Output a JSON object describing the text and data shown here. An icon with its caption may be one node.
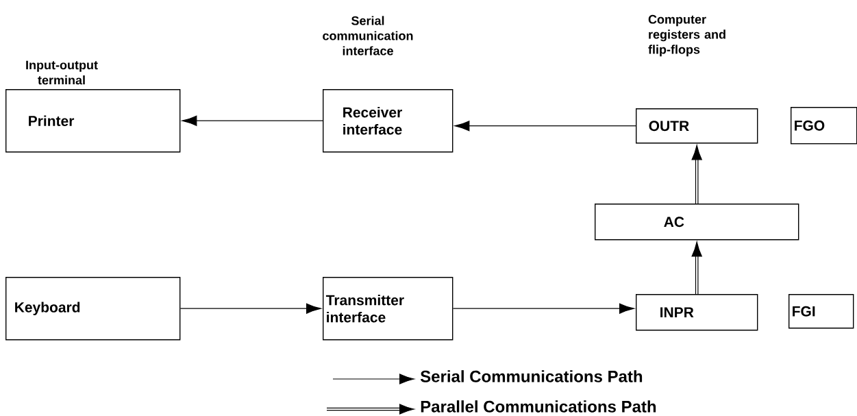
{
  "diagram": {
    "nodes": [
      {
        "text": [
          "Printer"
        ]
      },
      {
        "text": [
          "Receiver interface"
        ]
      },
      {
        "text": [
          "OUTR"
        ]
      },
      {
        "text": [
          "FGO"
        ]
      },
      {
        "text": [
          "AC"
        ]
      },
      {
        "text": [
          "Keyboard"
        ]
      },
      {
        "text": [
          "Transmitter interface"
        ]
      },
      {
        "text": [
          "INPR"
        ]
      },
      {
        "text": [
          "FGI"
        ]
      }
    ],
    "edges": [
      {
        "from": 1,
        "to": 0,
        "arrow": "to"
      },
      {
        "from": 2,
        "to": 1,
        "arrow": "to"
      },
      {
        "from": 4,
        "to": 2,
        "arrow": "to",
        "style": "thick"
      },
      {
        "from": 5,
        "to": 6,
        "arrow": "to"
      },
      {
        "from": 6,
        "to": 7,
        "arrow": "to"
      },
      {
        "from": 7,
        "to": 4,
        "arrow": "to",
        "style": "thick"
      }
    ],
    "labels": [
      "Input-output terminal",
      "Serial communication interface",
      "Computer registers and flip-flops"
    ],
    "legend": [
      {
        "text": "Serial Communications Path"
      },
      {
        "text": "Parallel Communications Path"
      }
    ]
  }
}
